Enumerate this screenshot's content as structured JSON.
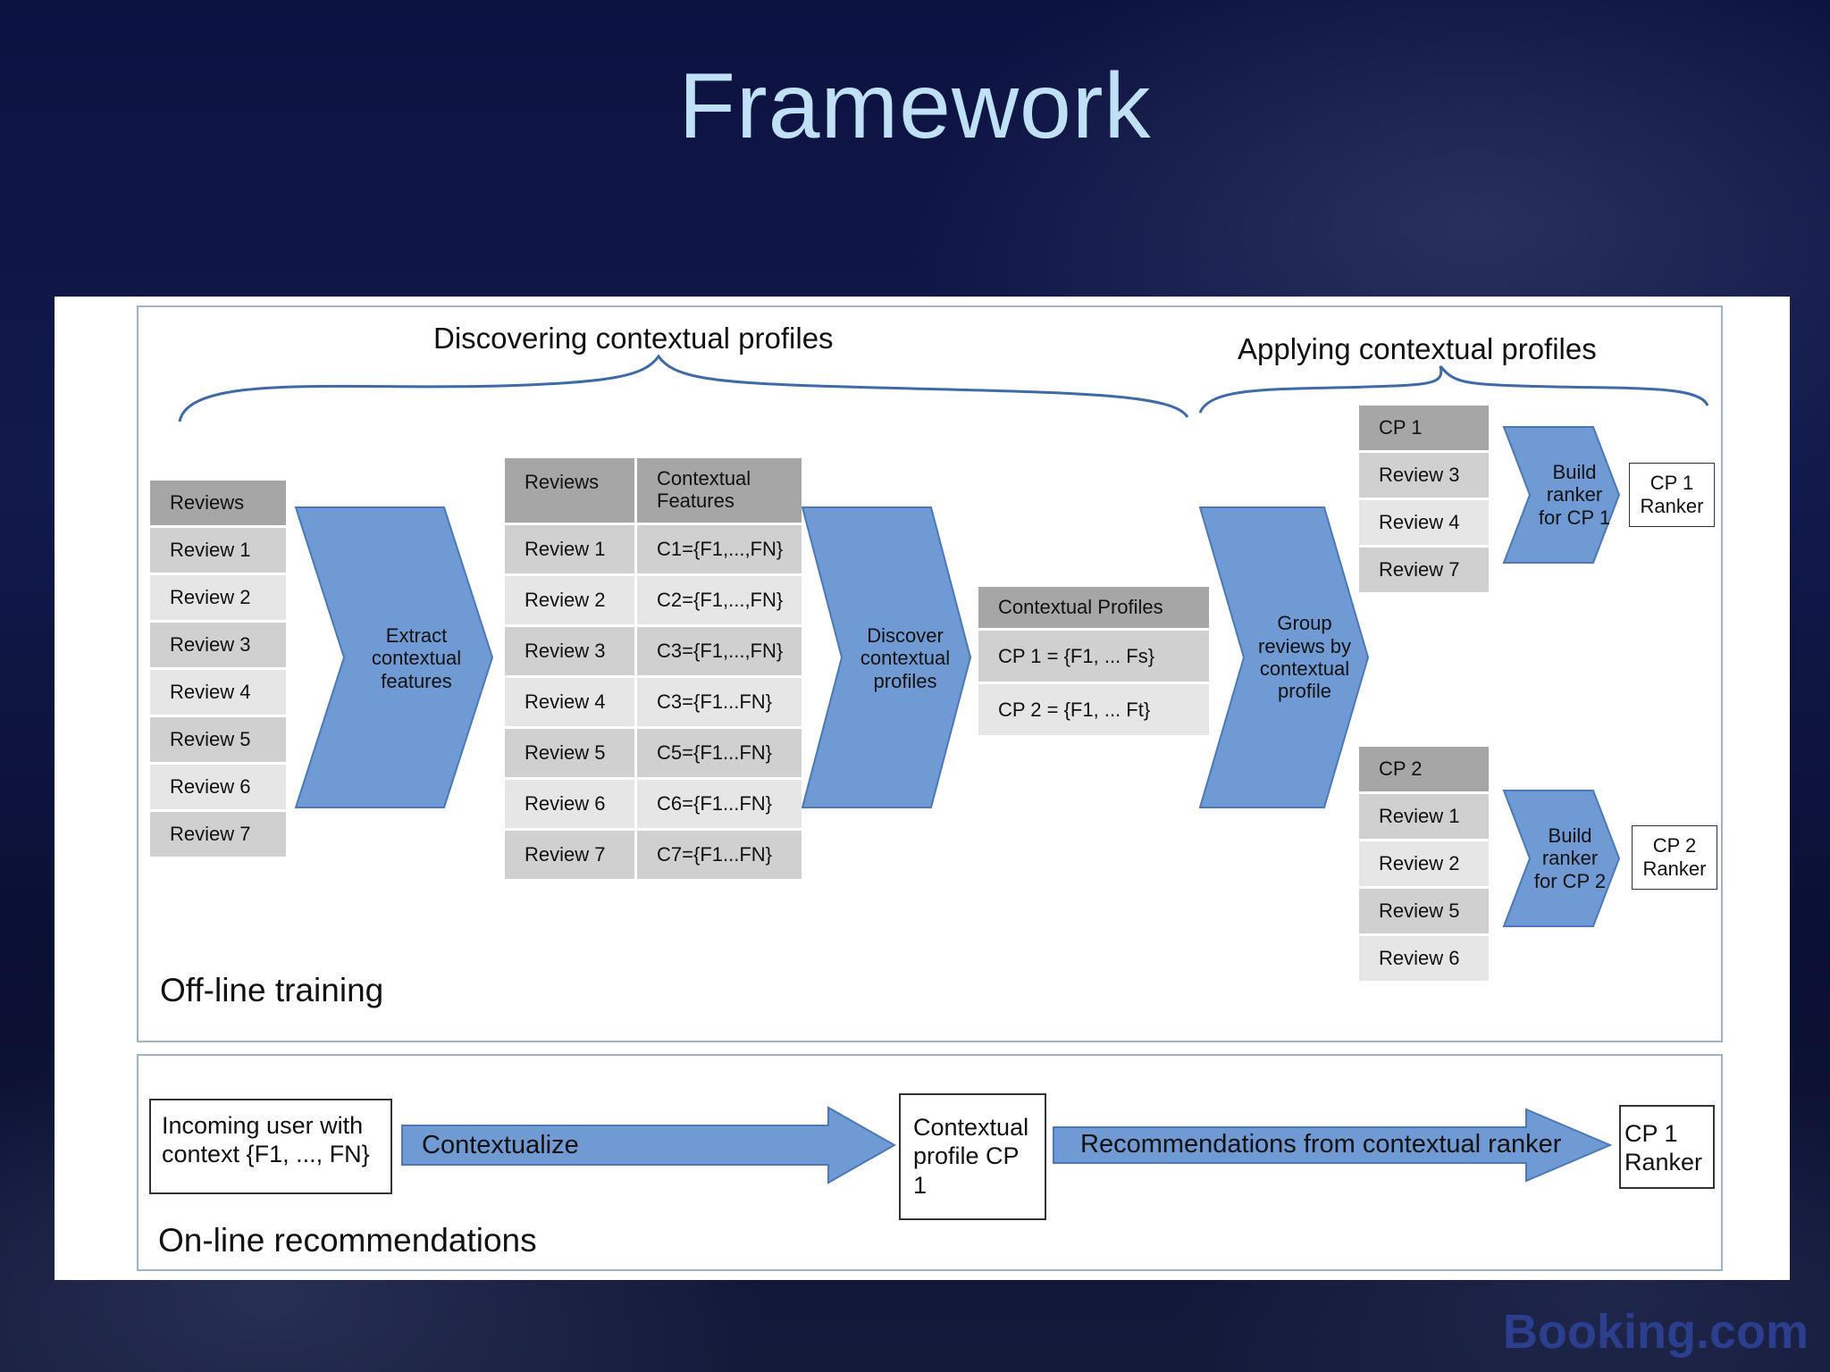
{
  "slide": {
    "title": "Framework",
    "brand": "Booking.com"
  },
  "offline": {
    "label": "Off-line training",
    "brace_discover": "Discovering contextual profiles",
    "brace_apply": "Applying contextual profiles",
    "reviews_header": "Reviews",
    "reviews": [
      "Review 1",
      "Review 2",
      "Review 3",
      "Review 4",
      "Review 5",
      "Review 6",
      "Review 7"
    ],
    "extract_label": "Extract contextual features",
    "features_table": {
      "header_reviews": "Reviews",
      "header_features": "Contextual Features",
      "rows": [
        {
          "review": "Review 1",
          "features": "C1={F1,...,FN}"
        },
        {
          "review": "Review 2",
          "features": "C2={F1,...,FN}"
        },
        {
          "review": "Review 3",
          "features": "C3={F1,...,FN}"
        },
        {
          "review": "Review 4",
          "features": "C3={F1...FN}"
        },
        {
          "review": "Review 5",
          "features": "C5={F1...FN}"
        },
        {
          "review": "Review 6",
          "features": "C6={F1...FN}"
        },
        {
          "review": "Review 7",
          "features": "C7={F1...FN}"
        }
      ]
    },
    "discover_label": "Discover contextual profiles",
    "profiles_header": "Contextual Profiles",
    "profiles": [
      "CP 1 = {F1, ... Fs}",
      "CP 2 = {F1, ... Ft}"
    ],
    "group_label": "Group reviews by contextual profile",
    "cp1": {
      "header": "CP 1",
      "reviews": [
        "Review 3",
        "Review 4",
        "Review 7"
      ],
      "build_label": "Build ranker for CP 1",
      "ranker": "CP 1 Ranker"
    },
    "cp2": {
      "header": "CP 2",
      "reviews": [
        "Review 1",
        "Review 2",
        "Review 5",
        "Review 6"
      ],
      "build_label": "Build ranker for CP 2",
      "ranker": "CP 2 Ranker"
    }
  },
  "online": {
    "label": "On-line recommendations",
    "incoming": "Incoming user with context {F1, ..., FN}",
    "contextualize": "Contextualize",
    "profile": "Contextual profile CP 1",
    "recommend": "Recommendations from contextual ranker",
    "ranker": "CP 1 Ranker"
  },
  "colors": {
    "arrow_fill": "#6f9ad4",
    "arrow_stroke": "#4a78b8",
    "brace": "#3f6aa8",
    "title": "#bfe0f5",
    "brand": "#2c3f8f"
  }
}
